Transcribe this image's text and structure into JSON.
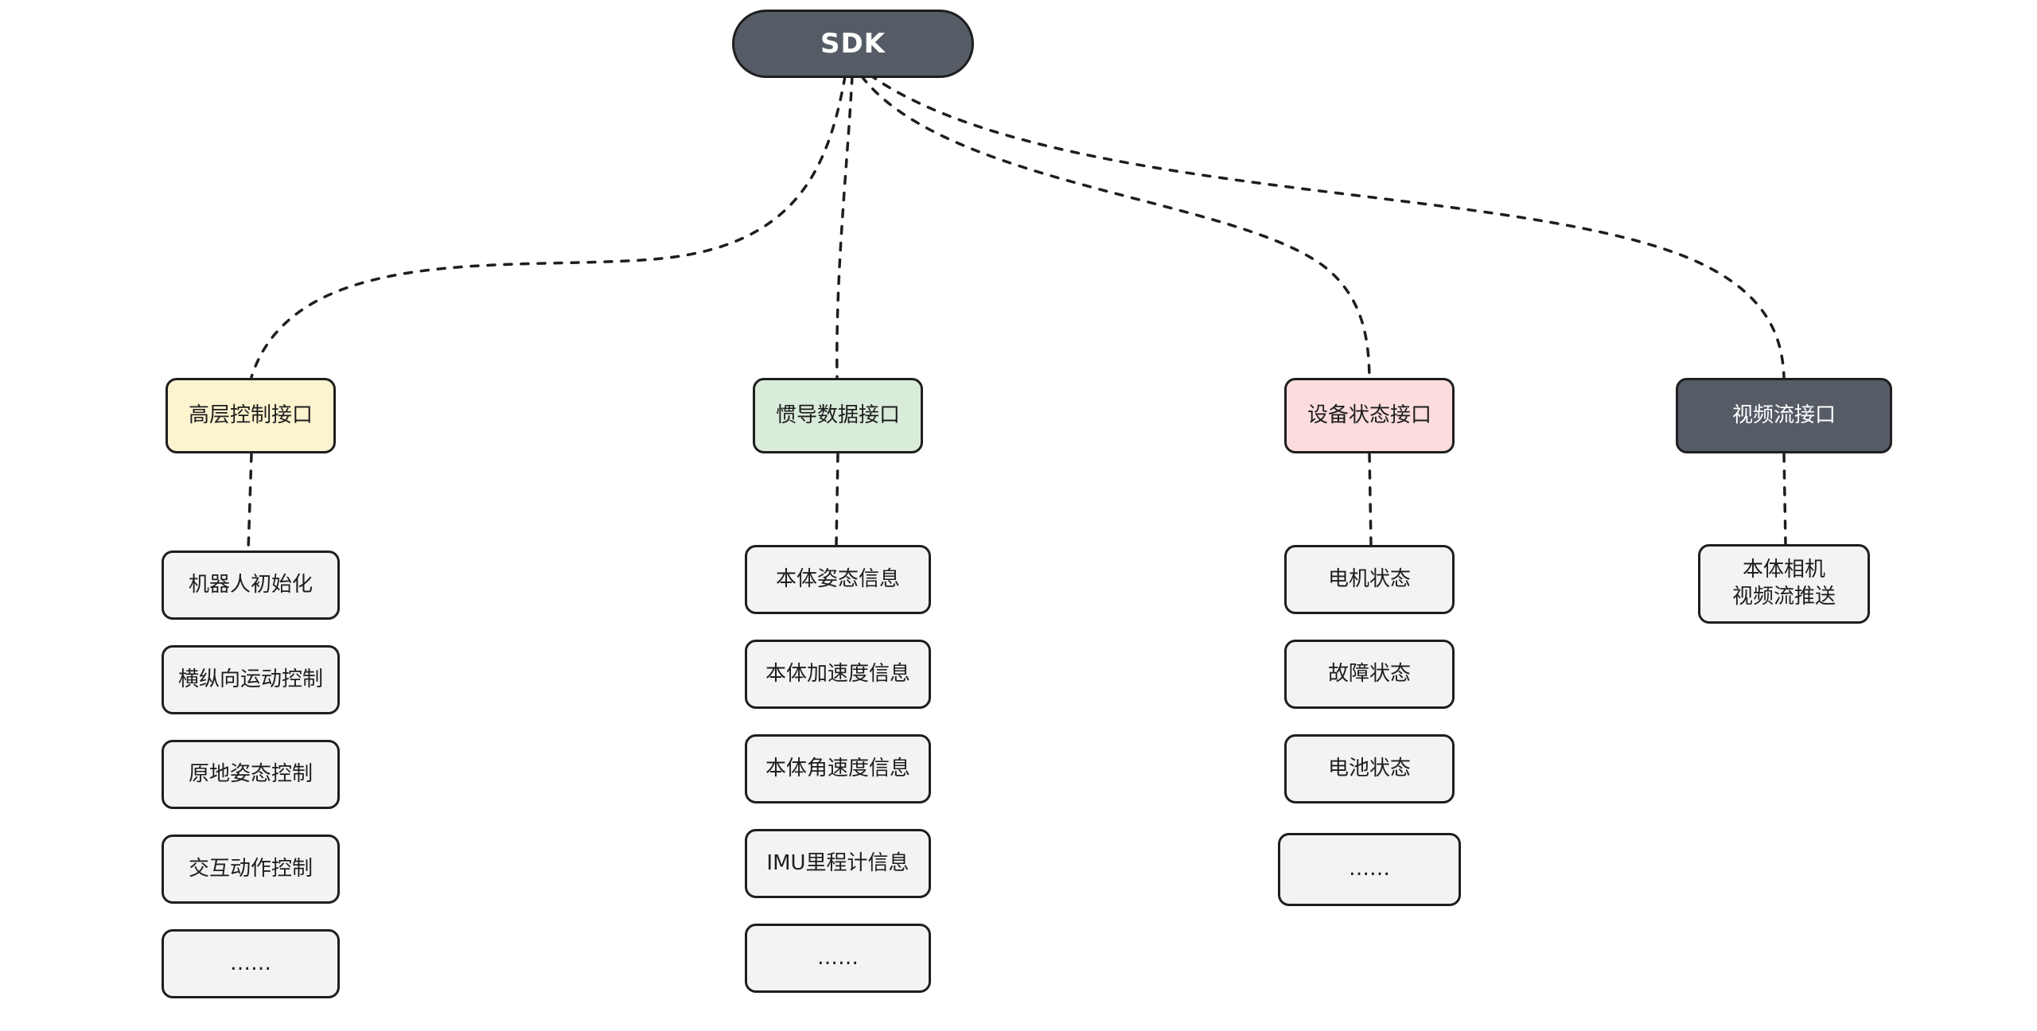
{
  "root": {
    "label": "SDK",
    "bg_color": "#565c66",
    "text_color": "#ffffff"
  },
  "edge_style": {
    "color": "#1e1e1e",
    "style": "dashed"
  },
  "child_bg_color": "#f3f3f3",
  "border_color": "#1e1e1e",
  "branches": [
    {
      "label": "高层控制接口",
      "bg_color": "#fcf3cf",
      "text_color": "#1e1e1e",
      "children": [
        "机器人初始化",
        "横纵向运动控制",
        "原地姿态控制",
        "交互动作控制",
        "……"
      ]
    },
    {
      "label": "惯导数据接口",
      "bg_color": "#d9ecda",
      "text_color": "#1e1e1e",
      "children": [
        "本体姿态信息",
        "本体加速度信息",
        "本体角速度信息",
        "IMU里程计信息",
        "……"
      ]
    },
    {
      "label": "设备状态接口",
      "bg_color": "#fcdcdd",
      "text_color": "#1e1e1e",
      "children": [
        "电机状态",
        "故障状态",
        "电池状态",
        "……"
      ]
    },
    {
      "label": "视频流接口",
      "bg_color": "#565c66",
      "text_color": "#ffffff",
      "children": [
        "本体相机\n视频流推送"
      ]
    }
  ]
}
